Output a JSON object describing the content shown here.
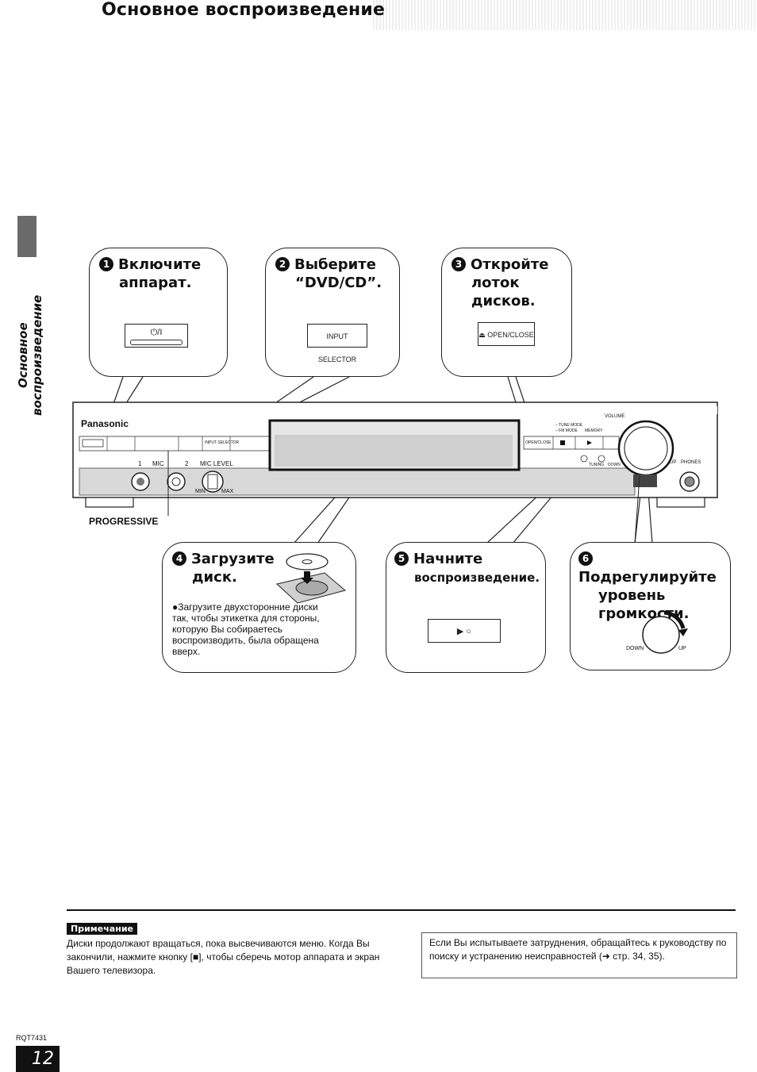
{
  "header": {
    "title": "Основное воспроизведение"
  },
  "sidebar": {
    "label": "Основное воспроизведение"
  },
  "device": {
    "brand": "Panasonic",
    "labels": {
      "progressive": "PROGRESSIVE",
      "mic": "MIC",
      "mic1": "1",
      "mic2": "2",
      "mic_level": "MIC LEVEL",
      "min": "MIN",
      "max": "MAX",
      "volume": "VOLUME",
      "phones": "PHONES",
      "up": "UP",
      "down": "DOWN",
      "tune_mode": "– TUNE MODE",
      "fm_mode": "– FM MODE",
      "memory": "MEMORY",
      "tuning": "TUNING",
      "open_close_small": "OPEN/CLOSE",
      "input_selector_small": "INPUT SELECTOR"
    }
  },
  "steps": [
    {
      "num": "1",
      "title_line1": "Включите",
      "title_line2": "аппарат.",
      "button": "⏻/I"
    },
    {
      "num": "2",
      "title_line1": "Выберите",
      "title_line2": "“DVD/CD”.",
      "button": "INPUT SELECTOR"
    },
    {
      "num": "3",
      "title_line1": "Откройте",
      "title_line2": "лоток",
      "title_line3": "дисков.",
      "button": "⏏ OPEN/CLOSE"
    },
    {
      "num": "4",
      "title_line1": "Загрузите",
      "title_line2": "диск.",
      "bullet": "Загрузите двухсторонние диски так, чтобы этикетка для стороны, которую Вы собираетесь воспроизводить, была обращена вверх."
    },
    {
      "num": "5",
      "title_line1": "Начните",
      "title_line2": "воспроизведение.",
      "button": "▶ ○"
    },
    {
      "num": "6",
      "title_line1": "Подрегулируйте",
      "title_line2": "уровень",
      "title_line3": "громкости.",
      "knob_down": "DOWN",
      "knob_up": "UP"
    }
  ],
  "note": {
    "label": "Примечание",
    "text": "Диски продолжают вращаться, пока высвечиваются меню. Когда Вы закончили, нажмите кнопку [■], чтобы сберечь мотор аппарата и экран Вашего телевизора."
  },
  "help": {
    "text": "Если Вы испытываете затруднения, обращайтесь к руководству по поиску и устранению неисправностей (➜ стр. 34, 35)."
  },
  "footer": {
    "doc_number": "RQT7431",
    "page": "12"
  }
}
